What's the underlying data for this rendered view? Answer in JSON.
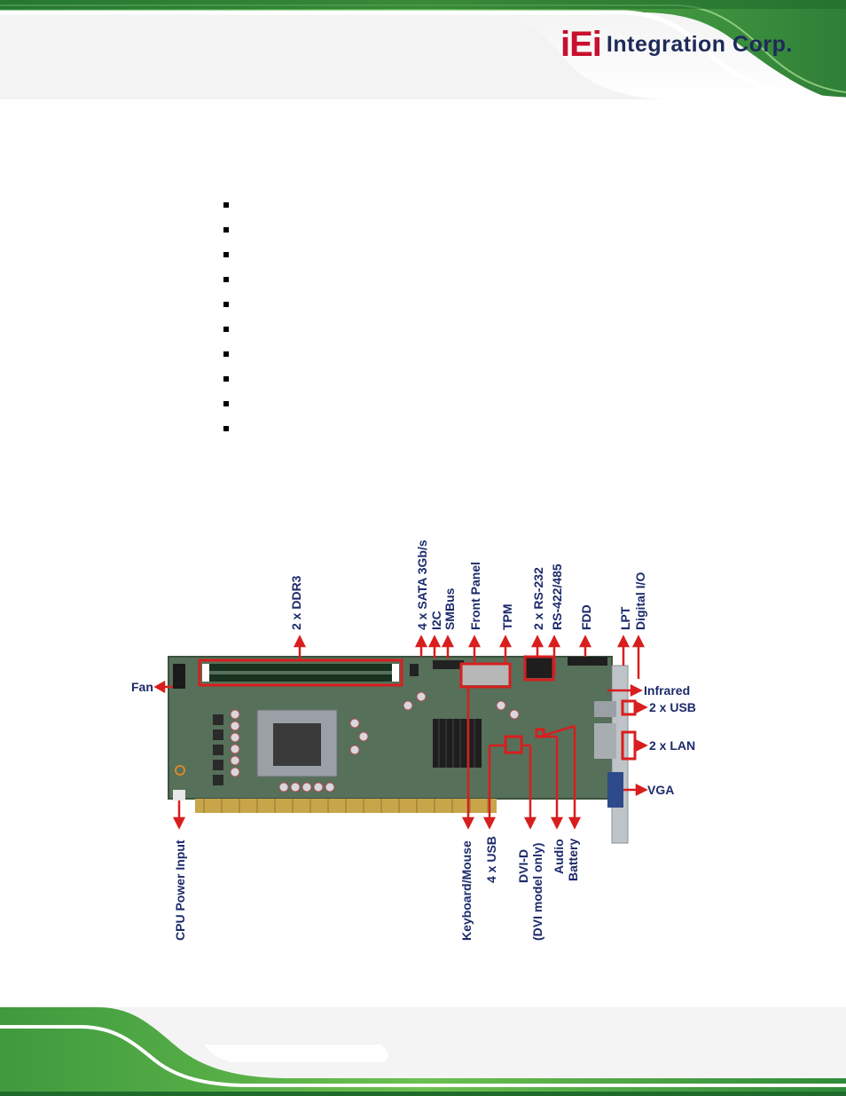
{
  "header": {
    "logo": {
      "mark": "iEi",
      "company": "Integration Corp."
    }
  },
  "bullet_list": {
    "count": 10,
    "items": [
      "",
      "",
      "",
      "",
      "",
      "",
      "",
      "",
      "",
      ""
    ]
  },
  "board_figure": {
    "labels": {
      "ddr3": "2 x DDR3",
      "sata": "4 x SATA 3Gb/s",
      "i2c": "I2C",
      "smbus": "SMBus",
      "front_panel": "Front Panel",
      "tpm": "TPM",
      "rs232": "2 x RS-232",
      "rs422": "RS-422/485",
      "fdd": "FDD",
      "lpt": "LPT",
      "digital_io": "Digital I/O",
      "fan": "Fan",
      "infrared": "Infrared",
      "usb2": "2 x USB",
      "lan": "2 x LAN",
      "vga": "VGA",
      "cpu_power": "CPU Power Input",
      "keyboard_mouse": "Keyboard/Mouse",
      "usb4": "4 x USB",
      "dvi_d": "DVI-D",
      "dvi_note": "(DVI model only)",
      "audio": "Audio",
      "battery": "Battery"
    },
    "colors": {
      "label": "#1c2a6b",
      "callout": "#d81e1e",
      "pcb": "#4f6b4a"
    }
  }
}
